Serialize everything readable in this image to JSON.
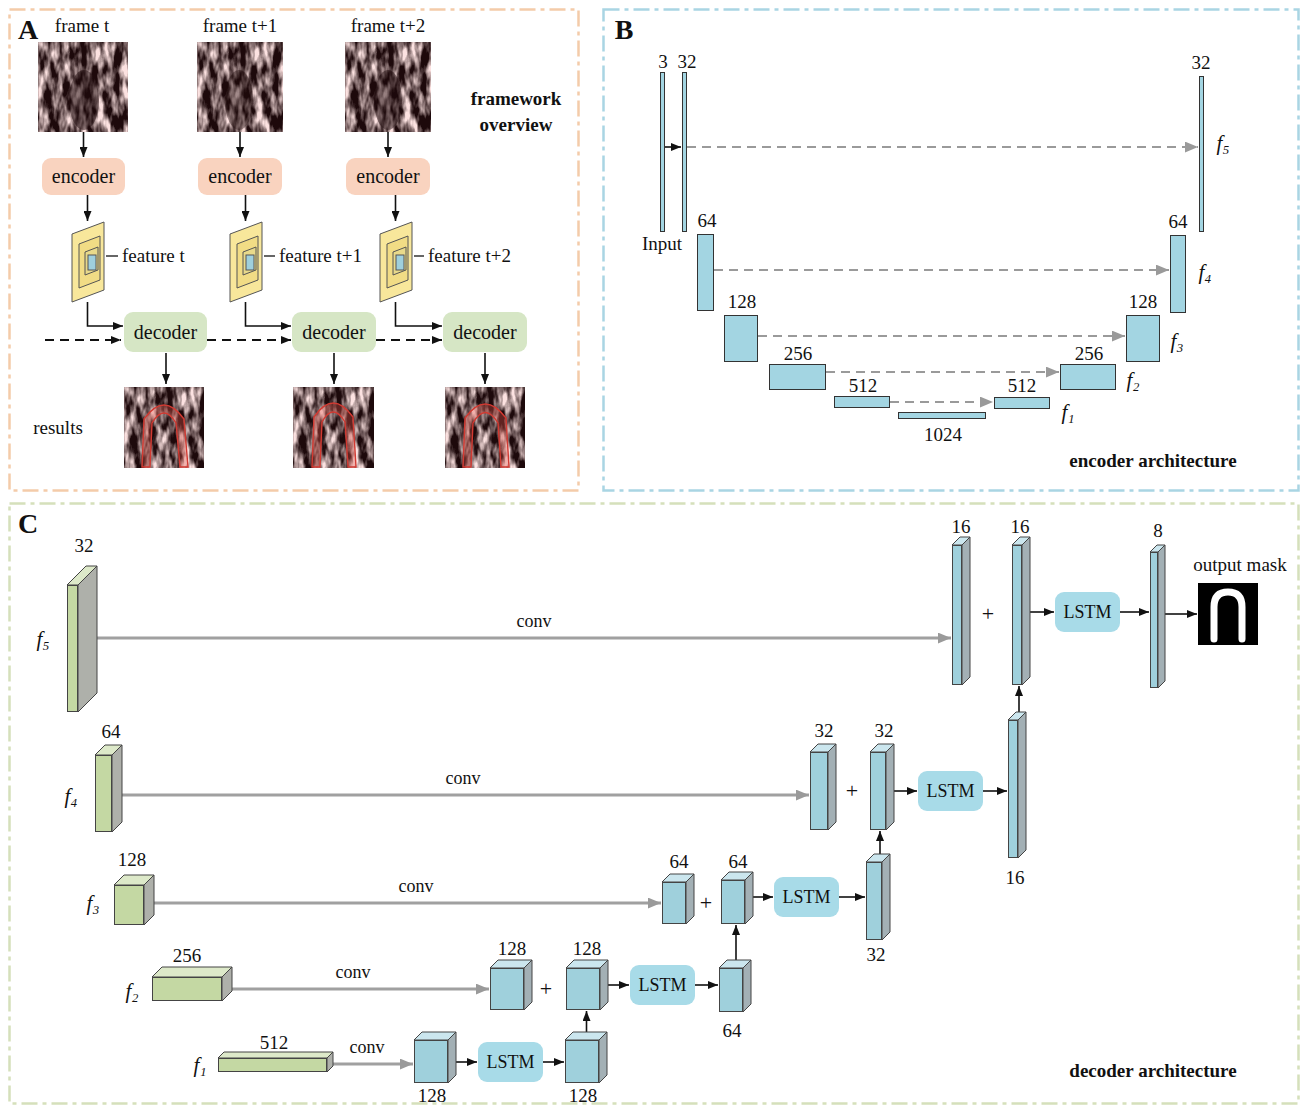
{
  "diagram": {
    "nodes": [
      {
        "text": [
          "A"
        ]
      },
      {
        "text": [
          "frame t"
        ],
        "in": 0
      },
      {
        "text": [
          "frame t+1"
        ],
        "in": 0
      },
      {
        "text": [
          "frame t+2"
        ],
        "in": 0
      },
      {
        "text": [
          "encoder"
        ],
        "in": 0
      },
      {
        "text": [
          "encoder"
        ],
        "in": 0
      },
      {
        "text": [
          "encoder"
        ],
        "in": 0
      },
      {
        "text": [
          "feature t"
        ],
        "in": 0
      },
      {
        "text": [
          "feature t+1"
        ],
        "in": 0
      },
      {
        "text": [
          "feature t+2"
        ],
        "in": 0
      },
      {
        "text": [
          "decoder"
        ],
        "in": 0
      },
      {
        "text": [
          "decoder"
        ],
        "in": 0
      },
      {
        "text": [
          "decoder"
        ],
        "in": 0
      },
      {
        "text": [
          "B"
        ]
      },
      {
        "text": [
          "3",
          "Input"
        ],
        "in": 13
      },
      {
        "text": [
          "32"
        ],
        "in": 13
      },
      {
        "text": [
          "64"
        ],
        "in": 13
      },
      {
        "text": [
          "128"
        ],
        "in": 13
      },
      {
        "text": [
          "256"
        ],
        "in": 13
      },
      {
        "text": [
          "512"
        ],
        "in": 13
      },
      {
        "text": [
          "1024"
        ],
        "in": 13
      },
      {
        "text": [
          "512",
          "f₁"
        ],
        "in": 13
      },
      {
        "text": [
          "256",
          "f₂"
        ],
        "in": 13
      },
      {
        "text": [
          "128",
          "f₃"
        ],
        "in": 13
      },
      {
        "text": [
          "64",
          "f₄"
        ],
        "in": 13
      },
      {
        "text": [
          "32",
          "f₅"
        ],
        "in": 13
      },
      {
        "text": [
          "C"
        ]
      },
      {
        "text": [
          "32",
          "f₅"
        ],
        "in": 26
      },
      {
        "text": [
          "64",
          "f₄"
        ],
        "in": 26
      },
      {
        "text": [
          "128",
          "f₃"
        ],
        "in": 26
      },
      {
        "text": [
          "256",
          "f₂"
        ],
        "in": 26
      },
      {
        "text": [
          "512",
          "f₁"
        ],
        "in": 26
      },
      {
        "text": [
          "16"
        ],
        "in": 26
      },
      {
        "text": [
          "16"
        ],
        "in": 26
      },
      {
        "text": [
          "LSTM"
        ],
        "in": 26
      },
      {
        "text": [
          "8"
        ],
        "in": 26
      },
      {
        "text": [
          "output mask"
        ],
        "in": 26
      },
      {
        "text": [
          "32"
        ],
        "in": 26
      },
      {
        "text": [
          "32"
        ],
        "in": 26
      },
      {
        "text": [
          "LSTM"
        ],
        "in": 26
      },
      {
        "text": [
          "16"
        ],
        "in": 26
      },
      {
        "text": [
          "64"
        ],
        "in": 26
      },
      {
        "text": [
          "64"
        ],
        "in": 26
      },
      {
        "text": [
          "LSTM"
        ],
        "in": 26
      },
      {
        "text": [
          "32"
        ],
        "in": 26
      },
      {
        "text": [
          "128"
        ],
        "in": 26
      },
      {
        "text": [
          "128"
        ],
        "in": 26
      },
      {
        "text": [
          "LSTM"
        ],
        "in": 26
      },
      {
        "text": [
          "64"
        ],
        "in": 26
      },
      {
        "text": [
          "128"
        ],
        "in": 26
      },
      {
        "text": [
          "LSTM"
        ],
        "in": 26
      },
      {
        "text": [
          "128"
        ],
        "in": 26
      }
    ],
    "edges": [
      {
        "from": 1,
        "to": 4,
        "arrow": "to"
      },
      {
        "from": 2,
        "to": 5,
        "arrow": "to"
      },
      {
        "from": 3,
        "to": 6,
        "arrow": "to"
      },
      {
        "from": 4,
        "to": 7,
        "arrow": "to"
      },
      {
        "from": 5,
        "to": 8,
        "arrow": "to"
      },
      {
        "from": 6,
        "to": 9,
        "arrow": "to"
      },
      {
        "from": 7,
        "to": 10,
        "arrow": "to"
      },
      {
        "from": 8,
        "to": 11,
        "arrow": "to"
      },
      {
        "from": 9,
        "to": 12,
        "arrow": "to"
      },
      {
        "from": 10,
        "to": 11,
        "arrow": "to"
      },
      {
        "from": 11,
        "to": 12,
        "arrow": "to"
      },
      {
        "from": 14,
        "to": 15,
        "arrow": "to"
      },
      {
        "from": 15,
        "to": 25,
        "arrow": "to"
      },
      {
        "from": 16,
        "to": 24,
        "arrow": "to"
      },
      {
        "from": 17,
        "to": 23,
        "arrow": "to"
      },
      {
        "from": 18,
        "to": 22,
        "arrow": "to"
      },
      {
        "from": 19,
        "to": 21,
        "arrow": "to"
      },
      {
        "from": 27,
        "to": 32,
        "label": "conv",
        "arrow": "to"
      },
      {
        "from": 28,
        "to": 37,
        "label": "conv",
        "arrow": "to"
      },
      {
        "from": 29,
        "to": 41,
        "label": "conv",
        "arrow": "to"
      },
      {
        "from": 30,
        "to": 45,
        "label": "conv",
        "arrow": "to"
      },
      {
        "from": 31,
        "to": 49,
        "label": "conv",
        "arrow": "to"
      },
      {
        "from": 49,
        "to": 50,
        "arrow": "to"
      },
      {
        "from": 50,
        "to": 51,
        "arrow": "to"
      },
      {
        "from": 51,
        "to": 46,
        "arrow": "to"
      },
      {
        "from": 46,
        "to": 47,
        "arrow": "to"
      },
      {
        "from": 47,
        "to": 48,
        "arrow": "to"
      },
      {
        "from": 48,
        "to": 42,
        "arrow": "to"
      },
      {
        "from": 42,
        "to": 43,
        "arrow": "to"
      },
      {
        "from": 43,
        "to": 44,
        "arrow": "to"
      },
      {
        "from": 44,
        "to": 38,
        "arrow": "to"
      },
      {
        "from": 38,
        "to": 39,
        "arrow": "to"
      },
      {
        "from": 39,
        "to": 40,
        "arrow": "to"
      },
      {
        "from": 40,
        "to": 33,
        "arrow": "to"
      },
      {
        "from": 33,
        "to": 34,
        "arrow": "to"
      },
      {
        "from": 34,
        "to": 35,
        "arrow": "to"
      },
      {
        "from": 35,
        "to": 36,
        "arrow": "to"
      }
    ],
    "labels": [
      "framework overview",
      "results",
      "encoder architecture",
      "+",
      "+",
      "+",
      "+",
      "decoder architecture"
    ]
  }
}
